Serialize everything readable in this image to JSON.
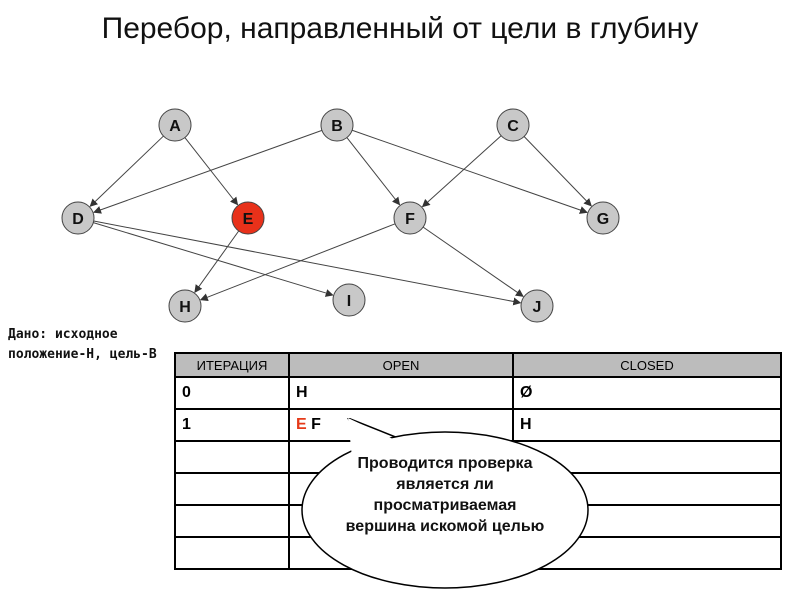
{
  "title": "Перебор, направленный от цели в глубину",
  "graph": {
    "nodes": [
      {
        "id": "A",
        "label": "A",
        "highlighted": false
      },
      {
        "id": "B",
        "label": "B",
        "highlighted": false
      },
      {
        "id": "C",
        "label": "C",
        "highlighted": false
      },
      {
        "id": "D",
        "label": "D",
        "highlighted": false
      },
      {
        "id": "E",
        "label": "E",
        "highlighted": true
      },
      {
        "id": "F",
        "label": "F",
        "highlighted": false
      },
      {
        "id": "G",
        "label": "G",
        "highlighted": false
      },
      {
        "id": "H",
        "label": "H",
        "highlighted": false
      },
      {
        "id": "I",
        "label": "I",
        "highlighted": false
      },
      {
        "id": "J",
        "label": "J",
        "highlighted": false
      }
    ],
    "edges": [
      {
        "from": "A",
        "to": "D"
      },
      {
        "from": "A",
        "to": "E"
      },
      {
        "from": "B",
        "to": "D"
      },
      {
        "from": "B",
        "to": "F"
      },
      {
        "from": "B",
        "to": "G"
      },
      {
        "from": "C",
        "to": "F"
      },
      {
        "from": "C",
        "to": "G"
      },
      {
        "from": "D",
        "to": "I"
      },
      {
        "from": "D",
        "to": "J"
      },
      {
        "from": "E",
        "to": "H"
      },
      {
        "from": "F",
        "to": "H"
      },
      {
        "from": "F",
        "to": "J"
      }
    ],
    "node_color": "#c8c8c8",
    "highlight_color": "#e8311a"
  },
  "given_text": "Дано: исходное положение-H, цель-B",
  "table": {
    "headers": [
      "ИТЕРАЦИЯ",
      "OPEN",
      "CLOSED"
    ],
    "rows": [
      {
        "iter": "0",
        "open_first": "",
        "open_rest": "H",
        "closed": "Ø"
      },
      {
        "iter": "1",
        "open_first": "E",
        "open_rest": " F",
        "closed": "H"
      },
      {
        "iter": "",
        "open_first": "",
        "open_rest": "",
        "closed": ""
      },
      {
        "iter": "",
        "open_first": "",
        "open_rest": "",
        "closed": ""
      },
      {
        "iter": "",
        "open_first": "",
        "open_rest": "",
        "closed": ""
      },
      {
        "iter": "",
        "open_first": "",
        "open_rest": "",
        "closed": ""
      }
    ]
  },
  "callout": {
    "text": "Проводится проверка является ли просматриваемая вершина искомой целью"
  }
}
